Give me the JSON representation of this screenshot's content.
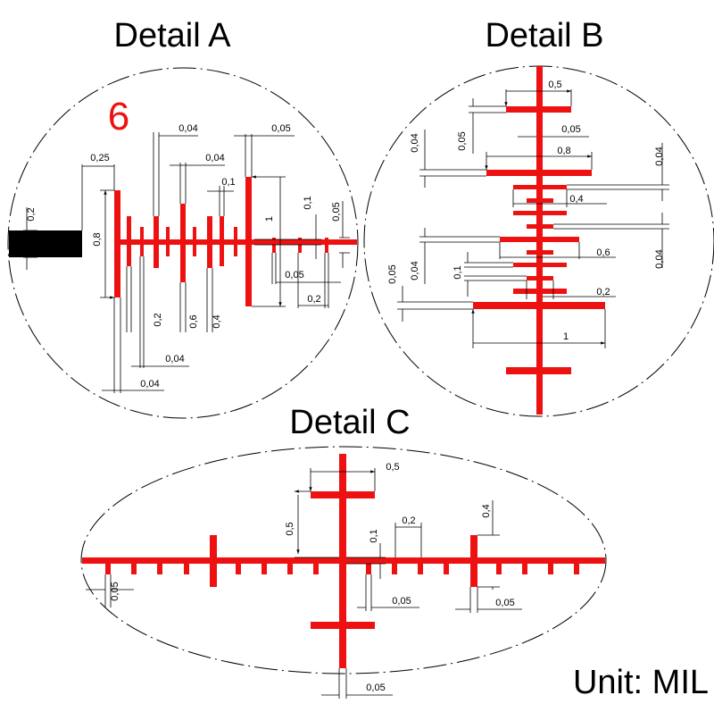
{
  "titles": {
    "a": "Detail A",
    "b": "Detail B",
    "c": "Detail C"
  },
  "unit": "Unit: MIL",
  "marker": "6",
  "colors": {
    "reticle": "#ee1111",
    "post": "#000000",
    "line": "#000000"
  },
  "detail_a": {
    "l_025": "0,25",
    "l_02_left": "0,2",
    "l_08": "0,8",
    "l_004_t1": "0,04",
    "l_004_t2": "0,04",
    "l_01": "0,1",
    "l_005_t": "0,05",
    "l_1": "1",
    "l_01_r": "0,1",
    "l_005_r": "0,05",
    "l_005_b": "0,05",
    "l_02_br": "0,2",
    "l_02_b": "0,2",
    "l_06": "0,6",
    "l_04": "0,4",
    "l_004_b1": "0,04",
    "l_004_b2": "0,04"
  },
  "detail_b": {
    "l_05_t": "0,5",
    "l_005_l1": "0,05",
    "l_005_r1": "0,05",
    "l_004_l1": "0,04",
    "l_08": "0,8",
    "l_004_r1": "0,04",
    "l_04": "0,4",
    "l_004_r2": "0,04",
    "l_06": "0,6",
    "l_004_l2": "0,04",
    "l_005_l2": "0,05",
    "l_01": "0,1",
    "l_02": "0,2",
    "l_1": "1"
  },
  "detail_c": {
    "l_05_t": "0,5",
    "l_05_l": "0,5",
    "l_01": "0,1",
    "l_02": "0,2",
    "l_04": "0,4",
    "l_005_l": "0,05",
    "l_005_m": "0,05",
    "l_005_r": "0,05",
    "l_005_b": "0,05"
  }
}
